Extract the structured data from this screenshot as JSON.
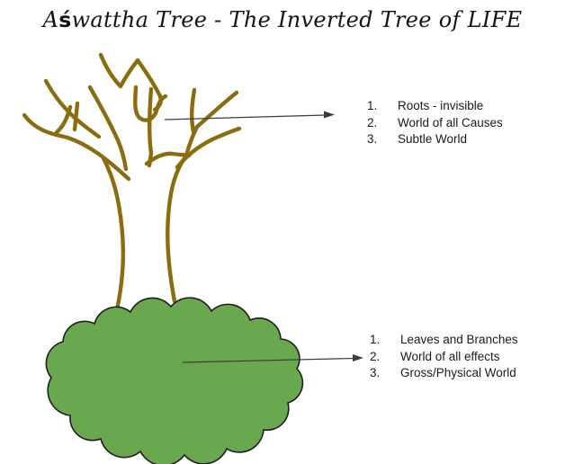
{
  "title": {
    "full": "Aśwattha Tree - The Inverted Tree of LIFE",
    "prefix": "A",
    "accent": "ś",
    "rest": "wattha Tree - The Inverted Tree of LIFE"
  },
  "annotations": {
    "top": {
      "items": [
        {
          "num": "1.",
          "text": "Roots - invisible"
        },
        {
          "num": "2.",
          "text": "World of all Causes"
        },
        {
          "num": "3.",
          "text": "Subtle World"
        }
      ]
    },
    "bottom": {
      "items": [
        {
          "num": "1.",
          "text": "Leaves and Branches"
        },
        {
          "num": "2.",
          "text": "World of all effects"
        },
        {
          "num": "3.",
          "text": "Gross/Physical World"
        }
      ]
    }
  },
  "colors": {
    "background": "#ffffff",
    "branch_brown": "#8a6d0e",
    "foliage_green": "#6aa84f",
    "foliage_outline": "#1e1e1e",
    "arrow": "#3c3c3c",
    "text": "#1a1a1a"
  }
}
